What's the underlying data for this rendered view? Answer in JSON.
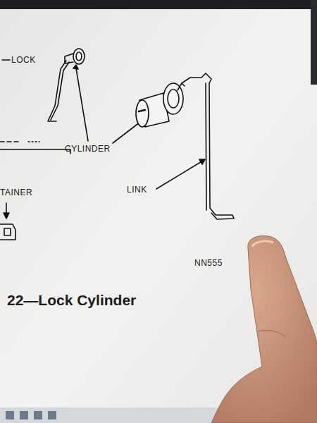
{
  "diagram": {
    "caption": "22—Lock Cylinder",
    "labels": [
      "LOCK",
      "CYLINDER",
      "LINK",
      "TAINER",
      "NN555"
    ]
  }
}
